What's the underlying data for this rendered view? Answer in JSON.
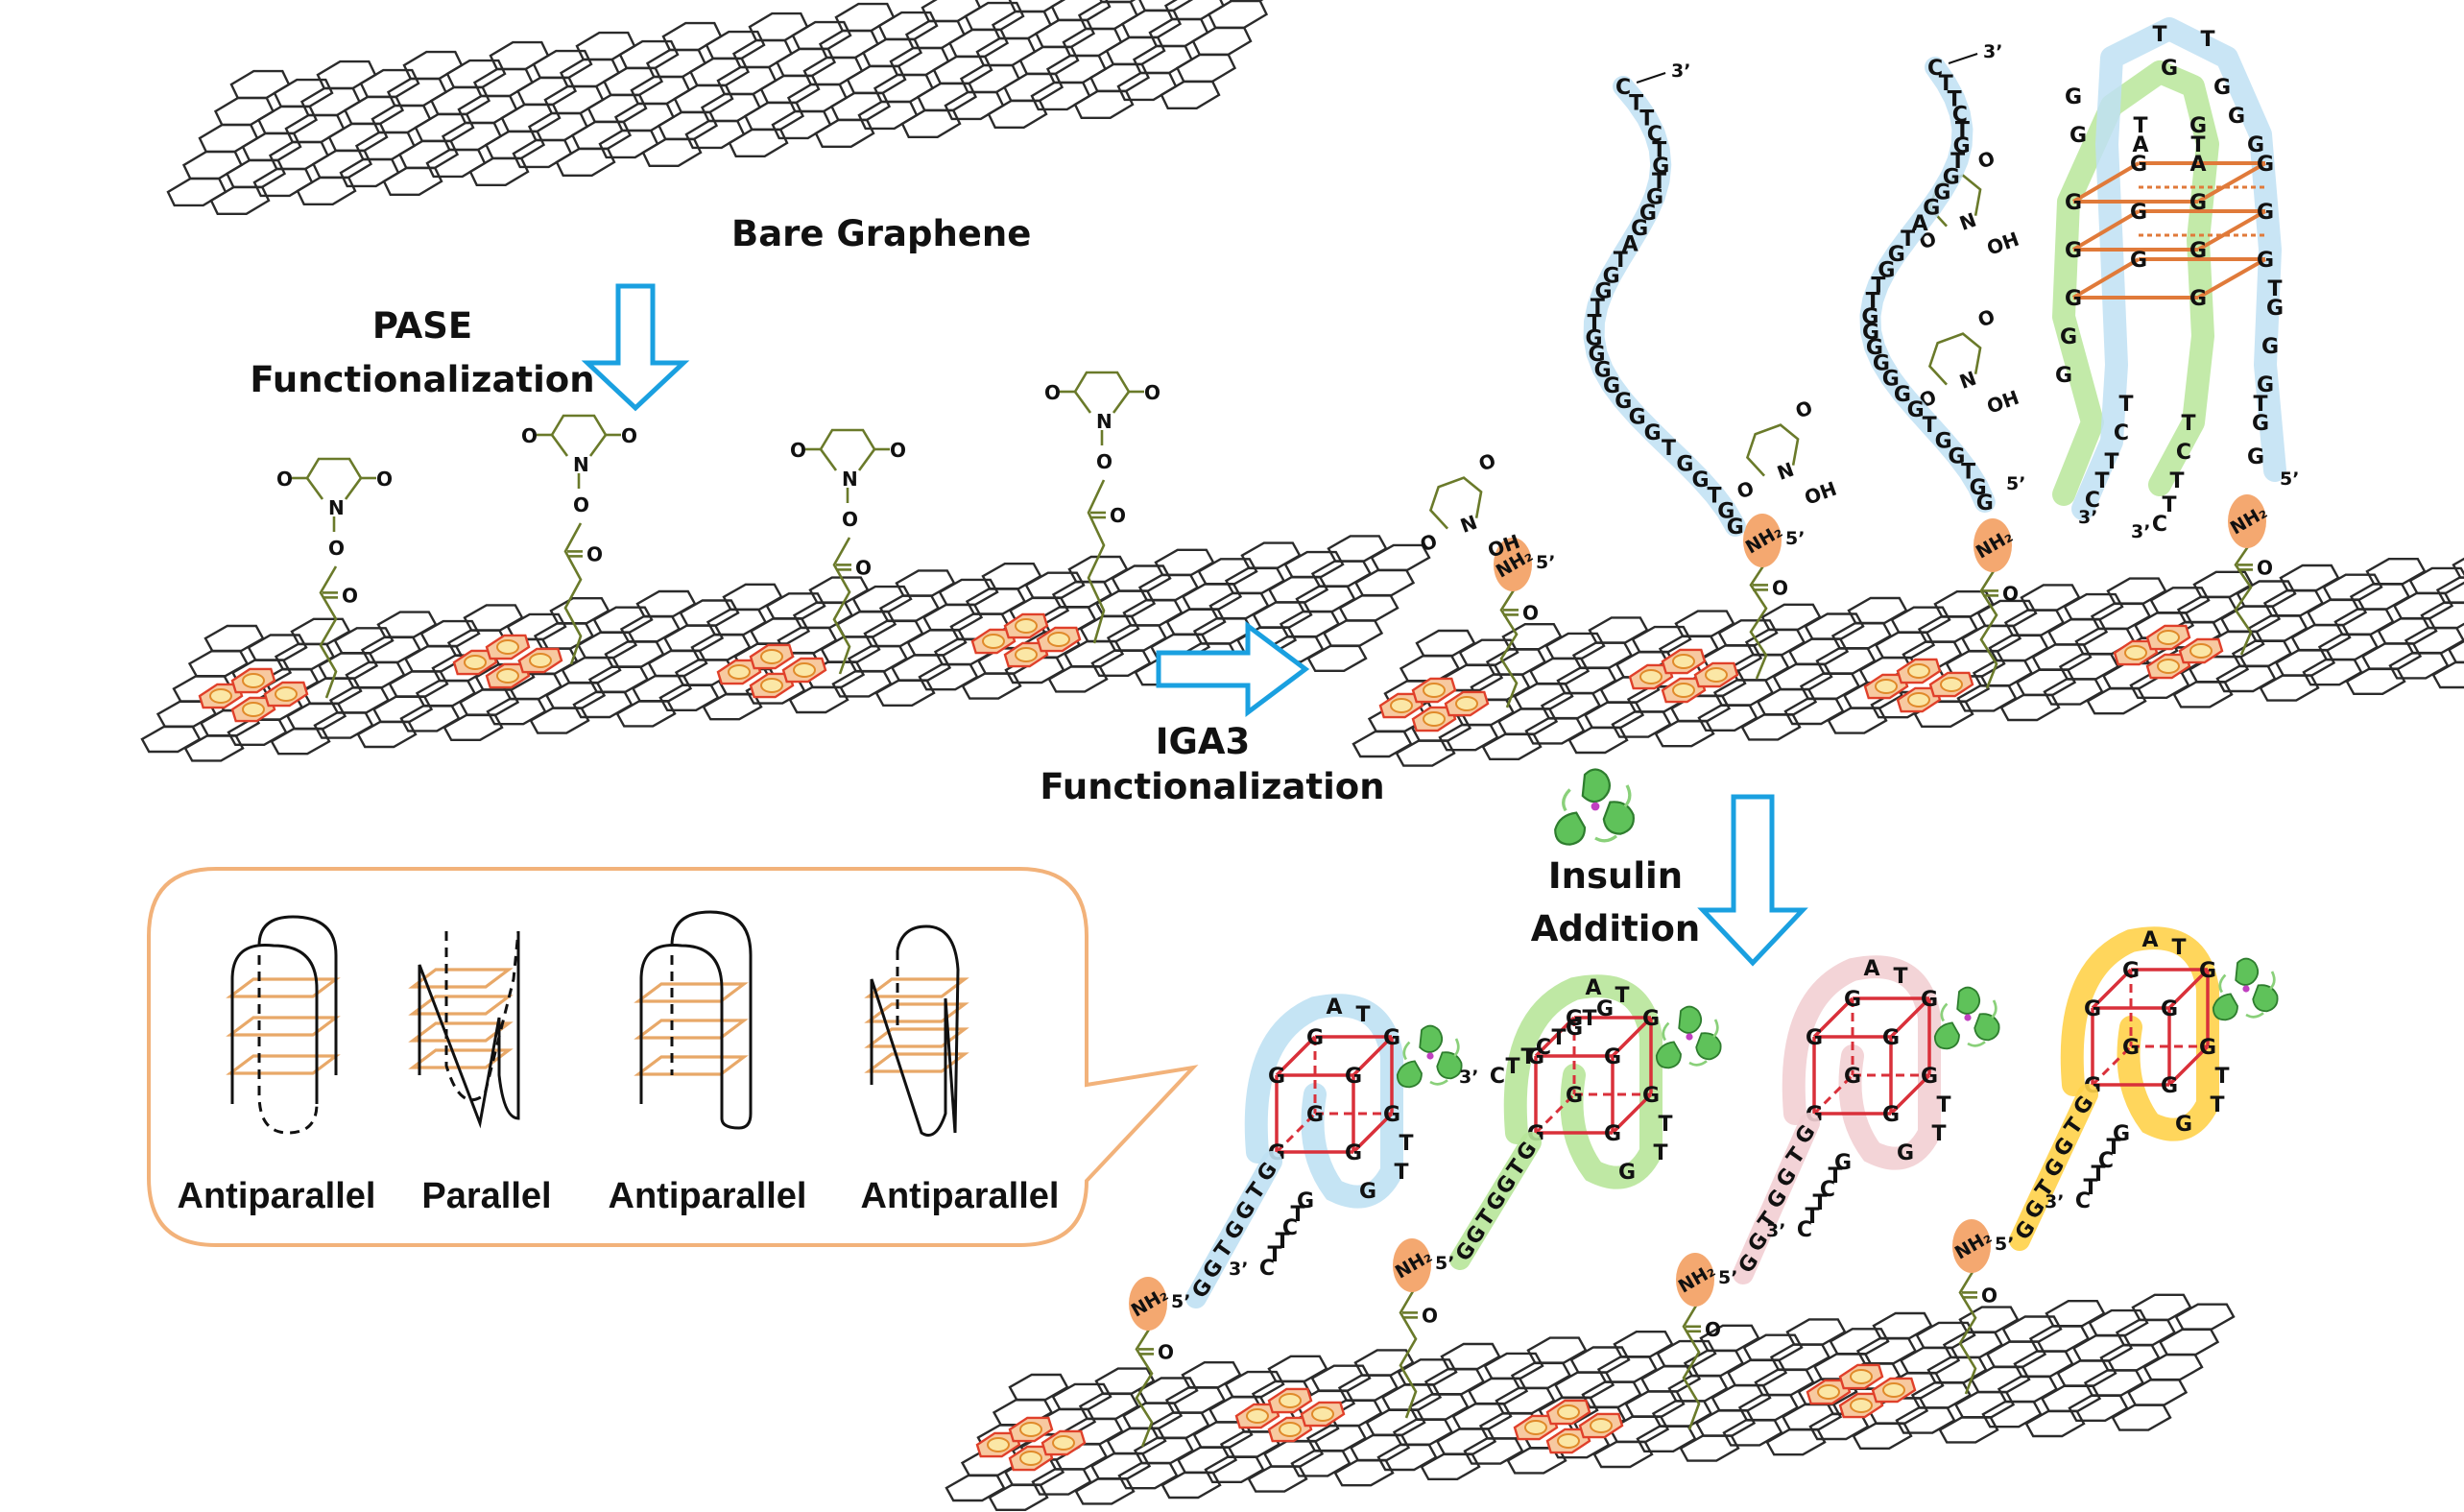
{
  "labels": {
    "bare_graphene": "Bare Graphene",
    "pase_line1": "PASE",
    "pase_line2": "Functionalization",
    "iga3_line1": "IGA3",
    "iga3_line2": "Functionalization",
    "insulin_line1": "Insulin",
    "insulin_line2": "Addition"
  },
  "topologies": [
    {
      "label": "Antiparallel"
    },
    {
      "label": "Parallel"
    },
    {
      "label": "Antiparallel"
    },
    {
      "label": "Antiparallel"
    }
  ],
  "chemistry": {
    "oxygen": "O",
    "nitrogen": "N",
    "hydroxyl": "OH",
    "amine": "NH₂",
    "five_prime": "5’",
    "three_prime": "3’"
  },
  "aptamer": {
    "name": "IGA3",
    "sequence_5_to_3": "GGTGGTGGGGGGGTTGGTAGGGTGTCTTC"
  },
  "colors": {
    "arrow": "#1aa0e0",
    "callout_border": "#f2b27a",
    "pyrene_fill": "#f7c9a0",
    "pyrene_stroke": "#e0402a",
    "linker": "#6a7a2a",
    "amine_blob": "#f4a870",
    "strand_blue": "#bfe1f3",
    "strand_green": "#b8e69a",
    "strand_pink": "#f2cfd3",
    "strand_yellow": "#ffd24a",
    "insulin": "#3a9a3a",
    "tetrad_orange": "#e07a3a",
    "tetrad_red": "#d9303a"
  }
}
